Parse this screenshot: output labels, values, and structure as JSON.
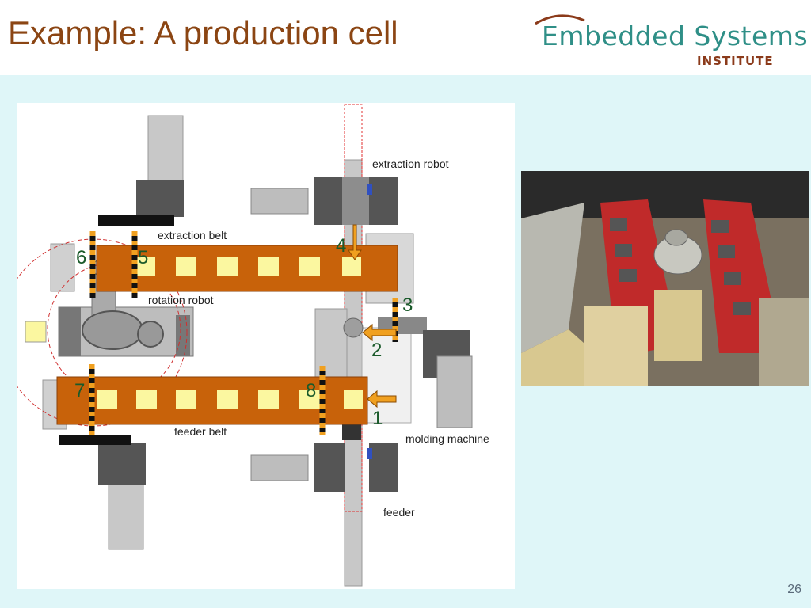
{
  "slide": {
    "title": "Example: A production cell",
    "number": "26"
  },
  "logo": {
    "main": "Embedded Systems",
    "sub": "INSTITUTE"
  },
  "diagram": {
    "labels": {
      "extraction_robot": "extraction robot",
      "extraction_belt": "extraction belt",
      "rotation_robot": "rotation robot",
      "feeder_belt": "feeder belt",
      "molding_machine": "molding machine",
      "feeder": "feeder"
    },
    "sensors": [
      "1",
      "2",
      "3",
      "4",
      "5",
      "6",
      "7",
      "8"
    ]
  },
  "colors": {
    "title": "#8B4513",
    "logo_teal": "#2f8f87",
    "belt": "#c8620a",
    "background": "#dff6f8"
  }
}
